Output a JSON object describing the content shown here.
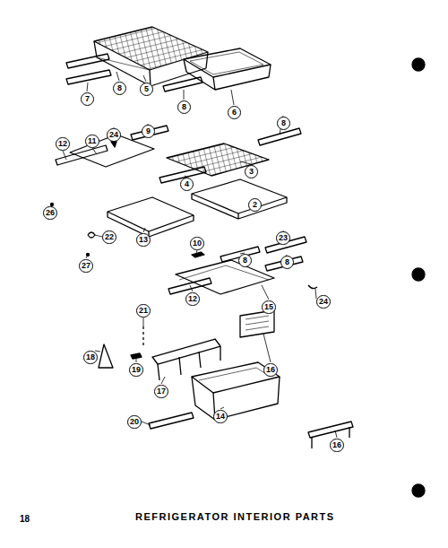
{
  "diagram": {
    "caption": "REFRIGERATOR INTERIOR PARTS",
    "labels": [
      "8",
      "5",
      "7",
      "8",
      "6",
      "24",
      "9",
      "8",
      "12",
      "11",
      "3",
      "4",
      "2",
      "26",
      "22",
      "13",
      "10",
      "23",
      "8",
      "8",
      "27",
      "12",
      "15",
      "24",
      "21",
      "18",
      "16",
      "19",
      "17",
      "14",
      "20",
      "16",
      "18"
    ]
  }
}
